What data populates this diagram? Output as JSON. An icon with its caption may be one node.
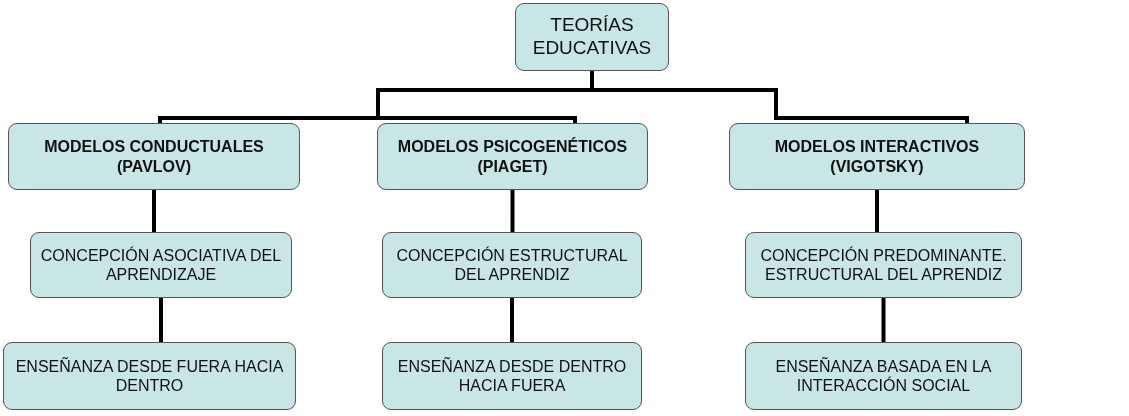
{
  "diagram": {
    "nodes": [
      {
        "text": [
          "TEORÍAS EDUCATIVAS"
        ]
      },
      {
        "text": [
          "MODELOS CONDUCTUALES (PAVLOV)"
        ]
      },
      {
        "text": [
          "MODELOS PSICOGENÉTICOS (PIAGET)"
        ]
      },
      {
        "text": [
          "MODELOS INTERACTIVOS (VIGOTSKY)"
        ]
      },
      {
        "text": [
          "CONCEPCIÓN ASOCIATIVA DEL APRENDIZAJE"
        ]
      },
      {
        "text": [
          "CONCEPCIÓN ESTRUCTURAL DEL APRENDIZ"
        ]
      },
      {
        "text": [
          "CONCEPCIÓN PREDOMINANTE. ESTRUCTURAL DEL APRENDIZ"
        ]
      },
      {
        "text": [
          "ENSEÑANZA DESDE FUERA HACIA DENTRO"
        ]
      },
      {
        "text": [
          "ENSEÑANZA DESDE DENTRO HACIA FUERA"
        ]
      },
      {
        "text": [
          "ENSEÑANZA BASADA EN LA INTERACCIÓN SOCIAL"
        ]
      }
    ],
    "edges": [
      {
        "from": 0,
        "to": 1,
        "arrow": "none"
      },
      {
        "from": 0,
        "to": 2,
        "arrow": "none"
      },
      {
        "from": 0,
        "to": 3,
        "arrow": "none"
      },
      {
        "from": 1,
        "to": 4,
        "arrow": "none"
      },
      {
        "from": 2,
        "to": 5,
        "arrow": "none"
      },
      {
        "from": 3,
        "to": 6,
        "arrow": "none"
      },
      {
        "from": 4,
        "to": 7,
        "arrow": "none"
      },
      {
        "from": 5,
        "to": 8,
        "arrow": "none"
      },
      {
        "from": 6,
        "to": 9,
        "arrow": "none"
      }
    ]
  }
}
